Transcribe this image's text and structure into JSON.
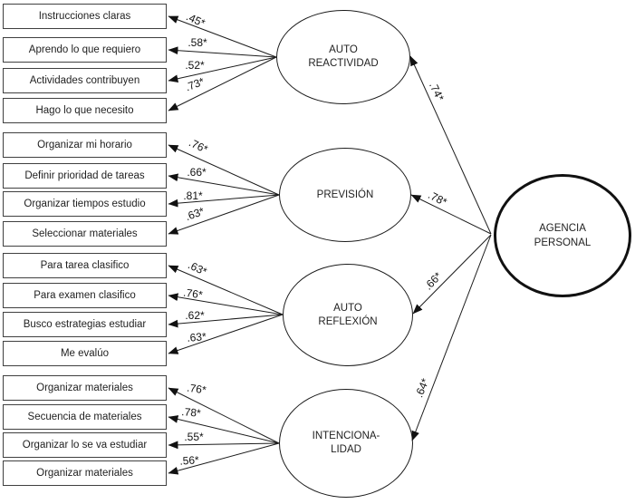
{
  "latent_variable": {
    "name": "AGENCIA PERSONAL",
    "label_lines": [
      "AGENCIA",
      "PERSONAL"
    ]
  },
  "factors": [
    {
      "name": "AUTO REACTIVIDAD",
      "label_lines": [
        "AUTO",
        "REACTIVIDAD"
      ],
      "structural_loading": ".74*",
      "indicators": [
        {
          "label": "Instrucciones claras",
          "loading": ".45*"
        },
        {
          "label": "Aprendo lo que requiero",
          "loading": ".58*"
        },
        {
          "label": "Actividades contribuyen",
          "loading": ".52*"
        },
        {
          "label": "Hago lo que necesito",
          "loading": ".73*"
        }
      ]
    },
    {
      "name": "PREVISIÓN",
      "label_lines": [
        "PREVISIÓN"
      ],
      "structural_loading": ".78*",
      "indicators": [
        {
          "label": "Organizar mi horario",
          "loading": ".76*"
        },
        {
          "label": "Definir prioridad de tareas",
          "loading": ".66*"
        },
        {
          "label": "Organizar tiempos estudio",
          "loading": ".81*"
        },
        {
          "label": "Seleccionar materiales",
          "loading": ".63*"
        }
      ]
    },
    {
      "name": "AUTO REFLEXIÓN",
      "label_lines": [
        "AUTO",
        "REFLEXIÓN"
      ],
      "structural_loading": ".66*",
      "indicators": [
        {
          "label": "Para tarea clasifico",
          "loading": ".63*"
        },
        {
          "label": "Para examen clasifico",
          "loading": ".76*"
        },
        {
          "label": "Busco estrategias estudiar",
          "loading": ".62*"
        },
        {
          "label": "Me evalúo",
          "loading": ".63*"
        }
      ]
    },
    {
      "name": "INTENCIONALIDAD",
      "label_lines": [
        "INTENCIONA-",
        "LIDAD"
      ],
      "structural_loading": ".64*",
      "indicators": [
        {
          "label": "Organizar materiales",
          "loading": ".76*"
        },
        {
          "label": "Secuencia de materiales",
          "loading": ".78*"
        },
        {
          "label": "Organizar lo se va estudiar",
          "loading": ".55*"
        },
        {
          "label": "Organizar materiales",
          "loading": ".56*"
        }
      ]
    }
  ],
  "colors": {
    "background": "#ffffff",
    "line": "#1c1c1c",
    "box_border": "#404040",
    "text": "#1f1f1f"
  }
}
